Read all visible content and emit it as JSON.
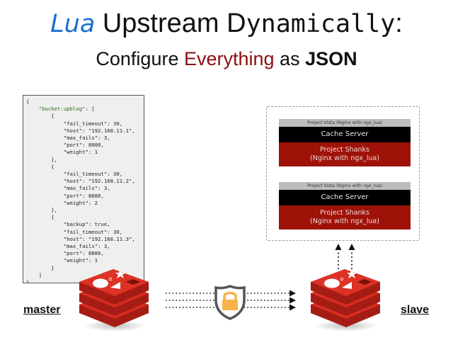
{
  "header": {
    "title_part1": "Lua",
    "title_part2": " Upstream D",
    "title_part3": "ynamically",
    "title_part4": ":",
    "subtitle_part1": "Configure ",
    "subtitle_part2": "Everything",
    "subtitle_part3": " as ",
    "subtitle_part4": "JSON"
  },
  "config": {
    "lines": [
      "{",
      "    \"bucket:upblog\": [",
      "        {",
      "            \"fail_timeout\": 30,",
      "            \"host\": \"192.168.11.1\",",
      "            \"max_fails\": 3,",
      "            \"port\": 8080,",
      "            \"weight\": 1",
      "        },",
      "        {",
      "            \"fail_timeout\": 30,",
      "            \"host\": \"192.168.11.2\",",
      "            \"max_fails\": 3,",
      "            \"port\": 8080,",
      "            \"weight\": 2",
      "        },",
      "        {",
      "            \"backup\": true,",
      "            \"fail_timeout\": 30,",
      "            \"host\": \"192.168.11.3\",",
      "            \"max_fails\": 3,",
      "            \"port\": 8080,",
      "            \"weight\": 1",
      "        }",
      "    ]",
      "}"
    ]
  },
  "cluster": {
    "stacks": [
      {
        "vista": "Project Vista (Nginx with ngx_lua)",
        "cache": "Cache Server",
        "shanks_line1": "Project Shanks",
        "shanks_line2": "(Nginx with ngx_lua)"
      },
      {
        "vista": "Project Vista (Nginx with ngx_lua)",
        "cache": "Cache Server",
        "shanks_line1": "Project Shanks",
        "shanks_line2": "(Nginx with ngx_lua)"
      }
    ]
  },
  "nodes": {
    "master_label": "master",
    "slave_label": "slave"
  },
  "icons": {
    "master_db": "redis-logo-icon",
    "slave_db": "redis-logo-icon",
    "secure_channel": "shield-lock-icon"
  },
  "colors": {
    "lua_blue": "#1a6fd1",
    "everything_red": "#8a1010",
    "redis_red": "#d82c20",
    "shanks_red": "#9e1208",
    "lock_yellow": "#f7b448"
  }
}
